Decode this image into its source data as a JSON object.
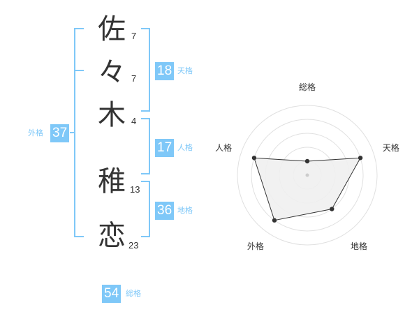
{
  "name": {
    "chars": [
      {
        "char": "佐",
        "strokes": "7"
      },
      {
        "char": "々",
        "strokes": "7"
      },
      {
        "char": "木",
        "strokes": "4"
      },
      {
        "char": "稚",
        "strokes": "13"
      },
      {
        "char": "恋",
        "strokes": "23"
      }
    ]
  },
  "kaku": {
    "tenkaku": {
      "value": "18",
      "label": "天格"
    },
    "jinkaku": {
      "value": "17",
      "label": "人格"
    },
    "chikaku": {
      "value": "36",
      "label": "地格"
    },
    "gaikaku": {
      "value": "37",
      "label": "外格"
    },
    "soukaku": {
      "value": "54",
      "label": "総格"
    }
  },
  "colors": {
    "accent": "#7fc8f8",
    "text": "#333333",
    "grid": "#e0e0e0",
    "fill": "#f0f0f0"
  },
  "chart_data": {
    "type": "radar",
    "axes": [
      "総格",
      "天格",
      "地格",
      "外格",
      "人格"
    ],
    "values": [
      1,
      4,
      3,
      4,
      4
    ],
    "rmax": 5
  }
}
